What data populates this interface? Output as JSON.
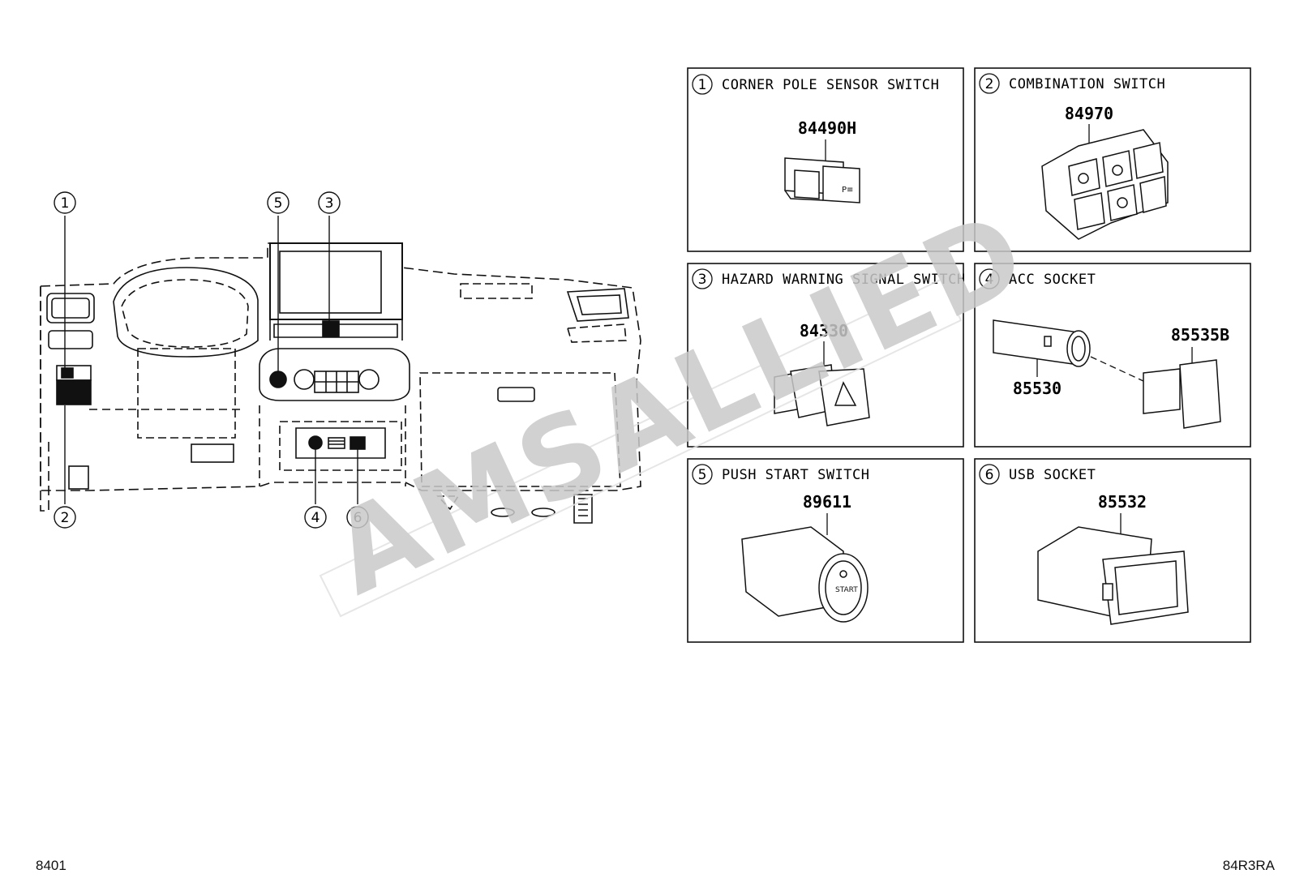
{
  "watermark": "AMSALLIED",
  "footer": {
    "left": "8401",
    "right": "84R3RA"
  },
  "callouts": [
    "1",
    "2",
    "3",
    "4",
    "5",
    "6"
  ],
  "panels": [
    {
      "num": "1",
      "title": "CORNER POLE SENSOR SWITCH",
      "parts": [
        "84490H"
      ]
    },
    {
      "num": "2",
      "title": "COMBINATION SWITCH",
      "parts": [
        "84970"
      ]
    },
    {
      "num": "3",
      "title": "HAZARD WARNING SIGNAL SWITCH",
      "parts": [
        "84330"
      ]
    },
    {
      "num": "4",
      "title": "ACC SOCKET",
      "parts": [
        "85530",
        "85535B"
      ]
    },
    {
      "num": "5",
      "title": "PUSH START SWITCH",
      "parts": [
        "89611"
      ]
    },
    {
      "num": "6",
      "title": "USB SOCKET",
      "parts": [
        "85532"
      ]
    }
  ]
}
